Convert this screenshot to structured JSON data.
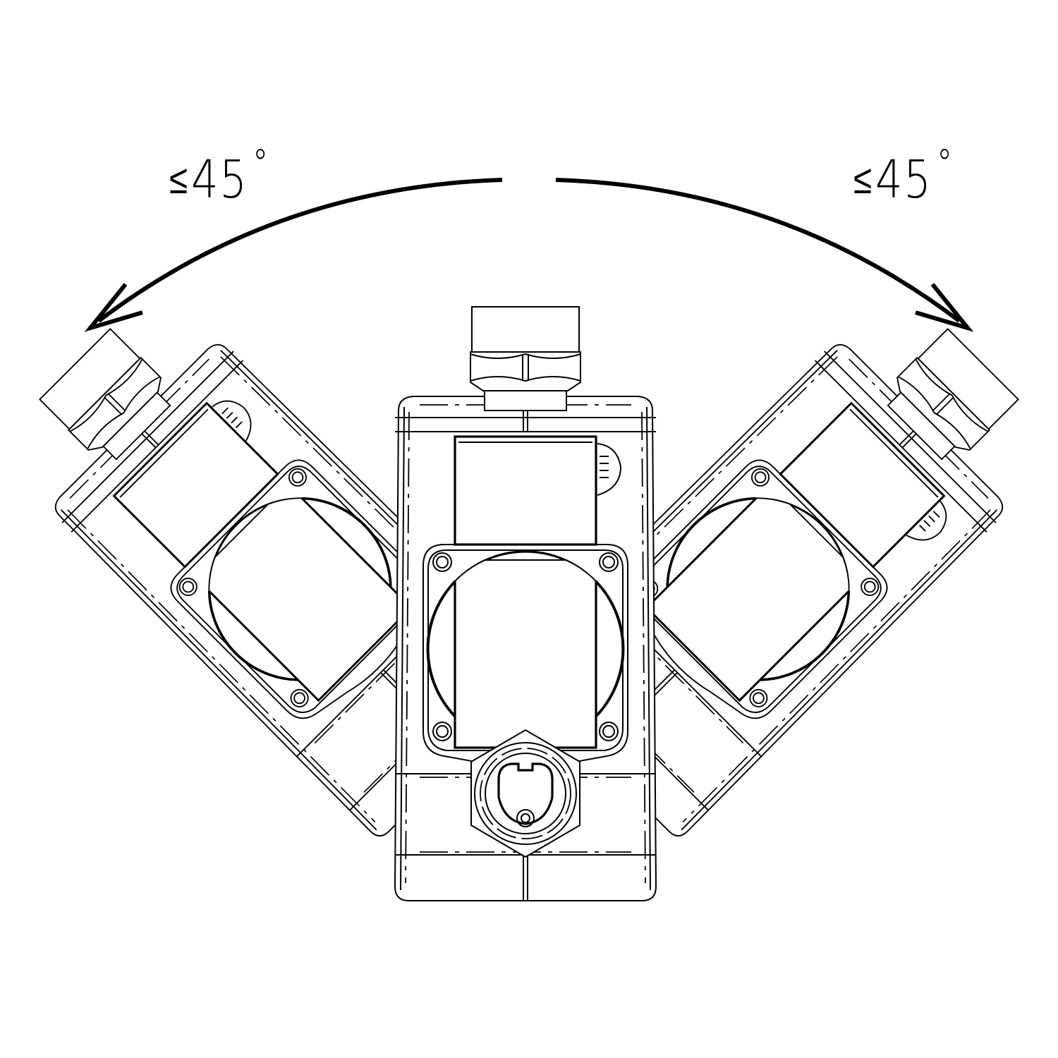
{
  "diagram": {
    "subject": "rotating triple socket unit, front view",
    "annotations": {
      "left_rotation": {
        "symbol": "≤",
        "value": "45",
        "unit": "°"
      },
      "right_rotation": {
        "symbol": "≤",
        "value": "45",
        "unit": "°"
      }
    },
    "components": [
      "left-socket-module (rotated -45°)",
      "center-socket-module",
      "right-socket-module (rotated +45°)",
      "top-cable-gland",
      "bottom-cable-gland"
    ],
    "colors": {
      "line": "#000000",
      "background": "#ffffff"
    }
  }
}
